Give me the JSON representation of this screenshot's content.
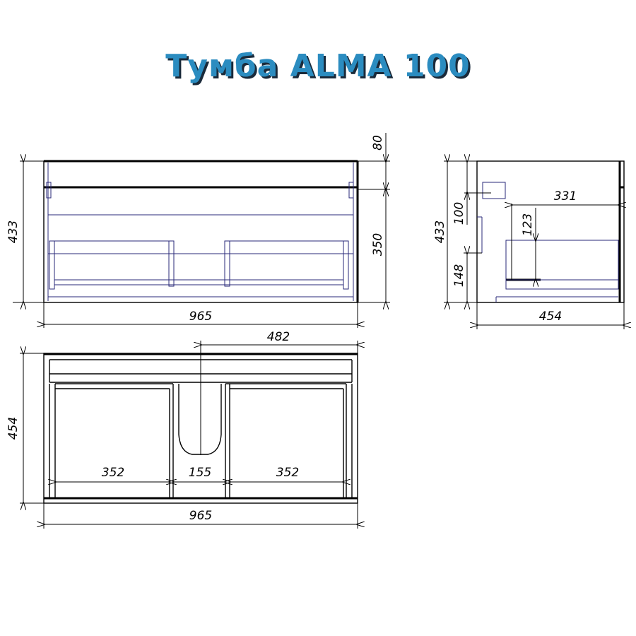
{
  "title": "Тумба ALMA 100",
  "front_view": {
    "height_total": "433",
    "top_section": "80",
    "body_height": "350",
    "width": "965"
  },
  "side_view": {
    "height_total": "433",
    "upper_offset": "100",
    "lower_offset": "148",
    "drawer_depth": "331",
    "drawer_height": "123",
    "depth": "454"
  },
  "top_view": {
    "depth": "454",
    "half_width": "482",
    "drawer_left_width": "352",
    "center_gap": "155",
    "drawer_right_width": "352",
    "width": "965"
  }
}
